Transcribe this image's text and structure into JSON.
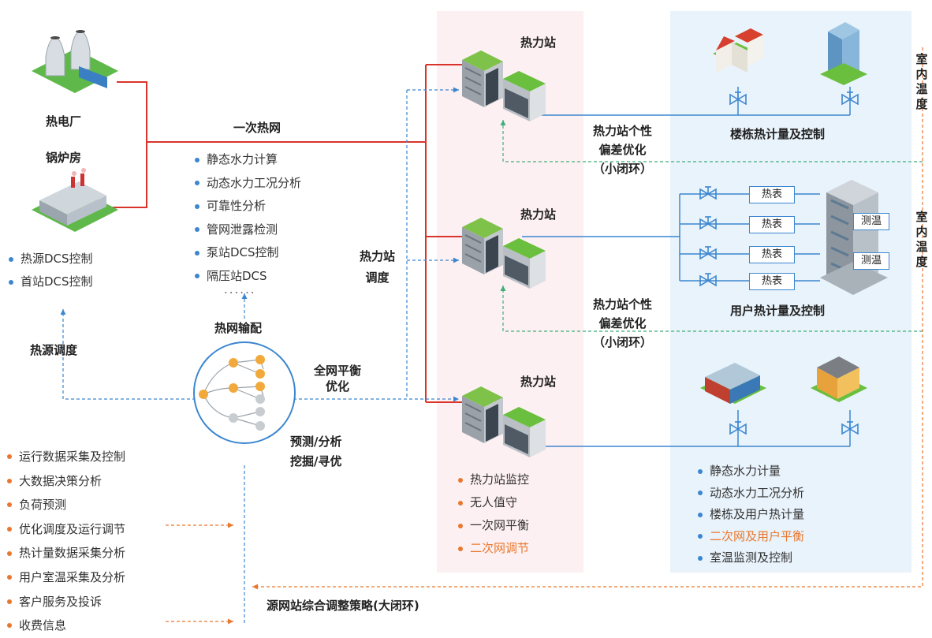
{
  "source": {
    "power_plant": "热电厂",
    "boiler_room": "锅炉房",
    "items": [
      "热源DCS控制",
      "首站DCS控制"
    ]
  },
  "primary_network": {
    "title": "一次热网",
    "items": [
      "静态水力计算",
      "动态水力工况分析",
      "可靠性分析",
      "管网泄露检测",
      "泵站DCS控制",
      "隔压站DCS"
    ],
    "ellipsis": "......"
  },
  "dispatch": {
    "heat_source_dispatch": "热源调度",
    "heat_network_transmission": "热网输配",
    "global_balance": "全网平衡\n优化",
    "predict": "预测/分析\n挖掘/寻优",
    "station_dispatch": "热力站\n调度"
  },
  "platform_items": [
    "运行数据采集及控制",
    "大数据决策分析",
    "负荷预测",
    "优化调度及运行调节",
    "热计量数据采集分析",
    "用户室温采集及分析",
    "客户服务及投诉",
    "收费信息"
  ],
  "stations": {
    "station_label": "热力站",
    "small_loop": "热力站个性\n偏差优化\n（小闭环）",
    "station_items": [
      {
        "text": "热力站监控",
        "highlight": false
      },
      {
        "text": "无人值守",
        "highlight": false
      },
      {
        "text": "一次网平衡",
        "highlight": false
      },
      {
        "text": "二次网调节",
        "highlight": true
      }
    ]
  },
  "users": {
    "building_metering": "楼栋热计量及控制",
    "household_metering": "用户热计量及控制",
    "meter_label": "热表",
    "temp_label": "测温",
    "indoor_temp": "室内温度",
    "items": [
      {
        "text": "静态水力计量",
        "highlight": false
      },
      {
        "text": "动态水力工况分析",
        "highlight": false
      },
      {
        "text": "楼栋及用户热计量",
        "highlight": false
      },
      {
        "text": "二次网及用户平衡",
        "highlight": true
      },
      {
        "text": "室温监测及控制",
        "highlight": false
      }
    ]
  },
  "big_loop": "源网站综合调整策略(大闭环)",
  "colors": {
    "primary": "#d9342b",
    "secondary": "#3b86d0",
    "loop": "#3fae7a",
    "orange": "#e8782f"
  }
}
